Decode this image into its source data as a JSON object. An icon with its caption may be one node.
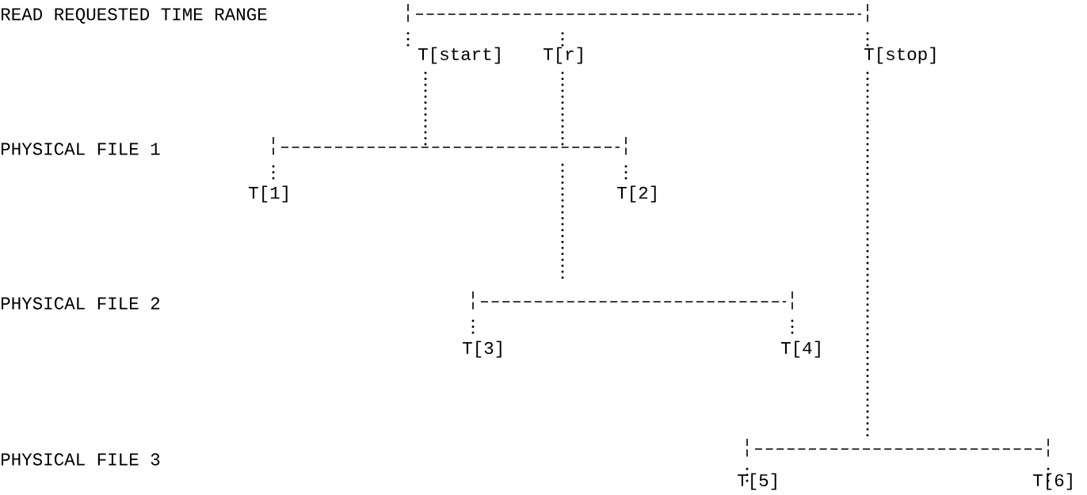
{
  "diagram": {
    "labels": [
      "READ REQUESTED TIME RANGE",
      "T[start]",
      "T[r]",
      "T[stop]",
      "PHYSICAL FILE 1",
      "T[1]",
      "T[2]",
      "PHYSICAL FILE 2",
      "T[3]",
      "T[4]",
      "PHYSICAL FILE 3",
      "T[5]",
      "T[6]"
    ]
  }
}
